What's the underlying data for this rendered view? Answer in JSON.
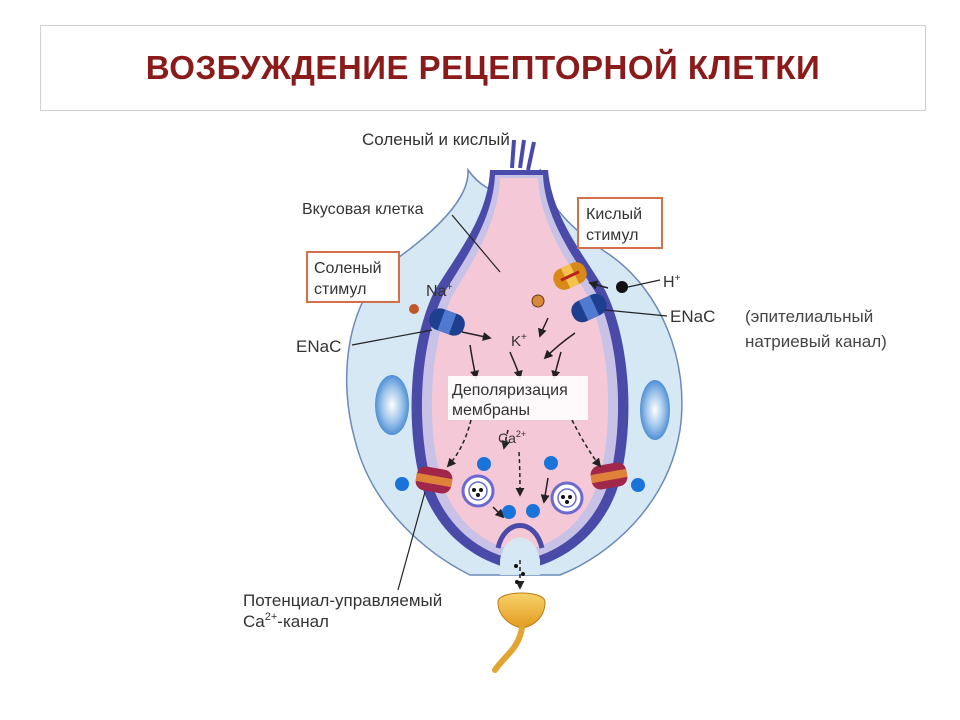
{
  "title": "ВОЗБУЖДЕНИЕ РЕЦЕПТОРНОЙ КЛЕТКИ",
  "diagram": {
    "top_label": "Соленый и кислый",
    "taste_cell": "Вкусовая клетка",
    "sour_stimulus": [
      "Кислый",
      "стимул"
    ],
    "salty_stimulus": [
      "Соленый",
      "стимул"
    ],
    "na": "Na",
    "na_sup": "+",
    "h": "H",
    "h_sup": "+",
    "k": "K",
    "k_sup": "+",
    "enac_left": "ENaC",
    "enac_right": "ENaC",
    "depolarization": [
      "Деполяризация",
      "мембраны"
    ],
    "ca": "Ca",
    "ca_sup": "2+",
    "vg_channel_line1": "Потенциал-управляемый",
    "vg_channel_line2_a": "Ca",
    "vg_channel_line2_sup": "2+",
    "vg_channel_line2_b": "-канал"
  },
  "note": "(эпителиальный натриевый канал)",
  "colors": {
    "title": "#8b1a1a",
    "cytoplasm": "#f4c8d6",
    "support_cell": "#d6e8f4",
    "membrane": "#4a4aa8",
    "membrane_inner": "#c7c2e6",
    "channel": "#1e3f8f",
    "vg_channel": "#a0274a",
    "ca_dot": "#1a73d9",
    "stimulus_box": "#d3704a",
    "nerve": "#f2b93a"
  }
}
